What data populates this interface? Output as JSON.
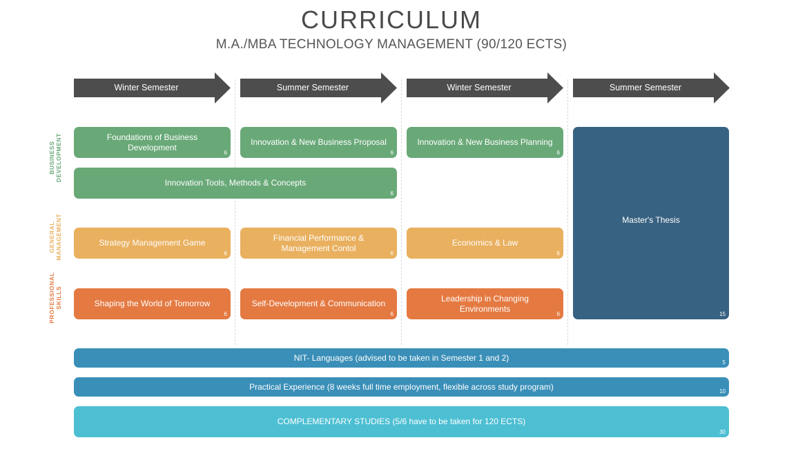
{
  "header": {
    "title": "CURRICULUM",
    "subtitle": "M.A./MBA TECHNOLOGY MANAGEMENT (90/120 ECTS)"
  },
  "semesters": [
    {
      "label": "Winter Semester"
    },
    {
      "label": "Summer Semester"
    },
    {
      "label": "Winter Semester"
    },
    {
      "label": "Summer Semester"
    }
  ],
  "categories": {
    "business": {
      "line1": "BUSINESS",
      "line2": "DEVELOPMENT",
      "color": "#69a978"
    },
    "general": {
      "line1": "GENERAL",
      "line2": "MANAGEMENT",
      "color": "#e9b05f"
    },
    "professional": {
      "line1": "PROFESSIONAL",
      "line2": "SKILLS",
      "color": "#e47a42"
    }
  },
  "modules": {
    "foundations": {
      "name": "Foundations of Business Development",
      "ects": "6"
    },
    "innovation_proposal": {
      "name": "Innovation & New Business Proposal",
      "ects": "6"
    },
    "innovation_planning": {
      "name": "Innovation & New Business Planning",
      "ects": "6"
    },
    "innovation_tools": {
      "name": "Innovation Tools, Methods & Concepts",
      "ects": "6"
    },
    "strategy_game": {
      "name": "Strategy Management Game",
      "ects": "6"
    },
    "financial": {
      "name": "Financial Performance & Management Contol",
      "ects": "6"
    },
    "economics": {
      "name": "Economics & Law",
      "ects": "6"
    },
    "shaping": {
      "name": "Shaping the World of Tomorrow",
      "ects": "6"
    },
    "self_dev": {
      "name": "Self-Development & Communication",
      "ects": "6"
    },
    "leadership": {
      "name": "Leadership in Changing Environments",
      "ects": "6"
    },
    "thesis": {
      "name": "Master's Thesis",
      "ects": "15"
    },
    "languages": {
      "name": "NIT- Languages (advised to be taken in Semester 1 and 2)",
      "ects": "5"
    },
    "practical": {
      "name": "Practical Experience (8 weeks full time employment, flexible across study program)",
      "ects": "10"
    },
    "complementary": {
      "name": "COMPLEMENTARY STUDIES (5/6 have to be taken for 120 ECTS)",
      "ects": "30"
    }
  },
  "colors": {
    "arrow": "#4d4d4d",
    "business": "#69a978",
    "general": "#e9b05f",
    "professional": "#e47a42",
    "thesis": "#386281",
    "bar_blue": "#3a8fb8",
    "bar_cyan": "#4dbfd3"
  }
}
